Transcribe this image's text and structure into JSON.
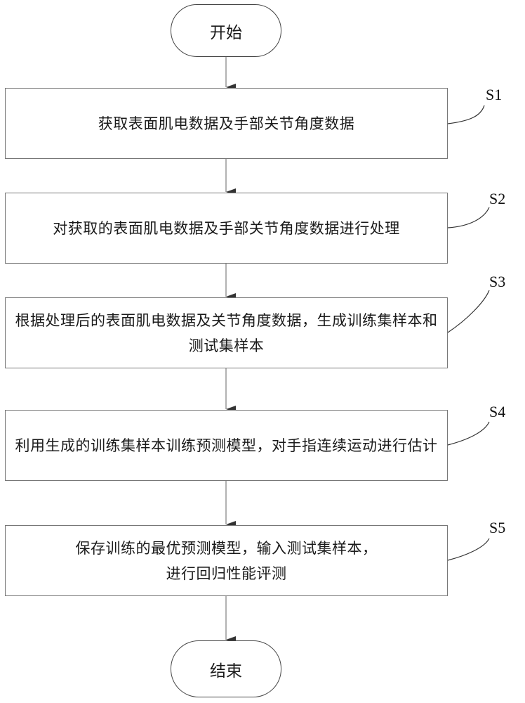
{
  "diagram": {
    "start": {
      "label": "开始"
    },
    "end": {
      "label": "结束"
    },
    "steps": [
      {
        "id": "S1",
        "text": "获取表面肌电数据及手部关节角度数据"
      },
      {
        "id": "S2",
        "text": "对获取的表面肌电数据及手部关节角度数据进行处理"
      },
      {
        "id": "S3",
        "text": "根据处理后的表面肌电数据及关节角度数据，生成训练集样本和测试集样本"
      },
      {
        "id": "S4",
        "text": "利用生成的训练集样本训练预测模型，对手指连续运动进行估计"
      },
      {
        "id": "S5",
        "text_lines": [
          "保存训练的最优预测模型，输入测试集样本，",
          "进行回归性能评测"
        ]
      }
    ],
    "flow": [
      "开始",
      "S1",
      "S2",
      "S3",
      "S4",
      "S5",
      "结束"
    ]
  }
}
